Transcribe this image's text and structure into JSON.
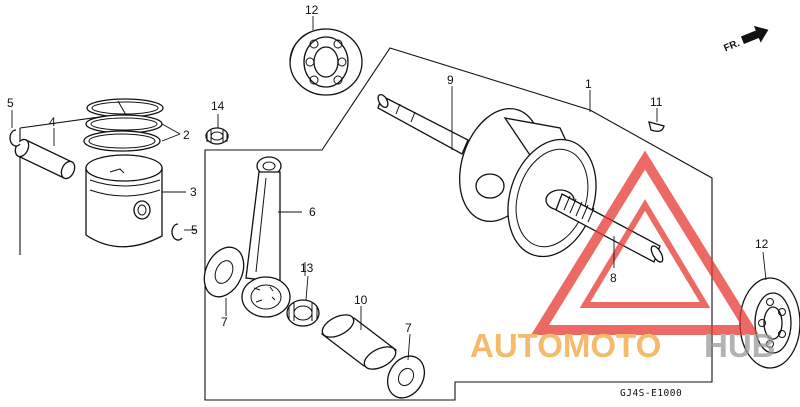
{
  "callouts": [
    "1",
    "2",
    "3",
    "4",
    "5",
    "5",
    "6",
    "7",
    "7",
    "8",
    "9",
    "10",
    "11",
    "12",
    "12",
    "13",
    "14"
  ],
  "diagram_code": "GJ4S-E1000",
  "direction_label": "FR.",
  "watermark": {
    "part1": "AUTOMOTO",
    "part2": "HUB",
    "colors": {
      "part1": "#f2a33a",
      "part2": "#9a9a9a",
      "triangle": "#e8382f"
    }
  }
}
